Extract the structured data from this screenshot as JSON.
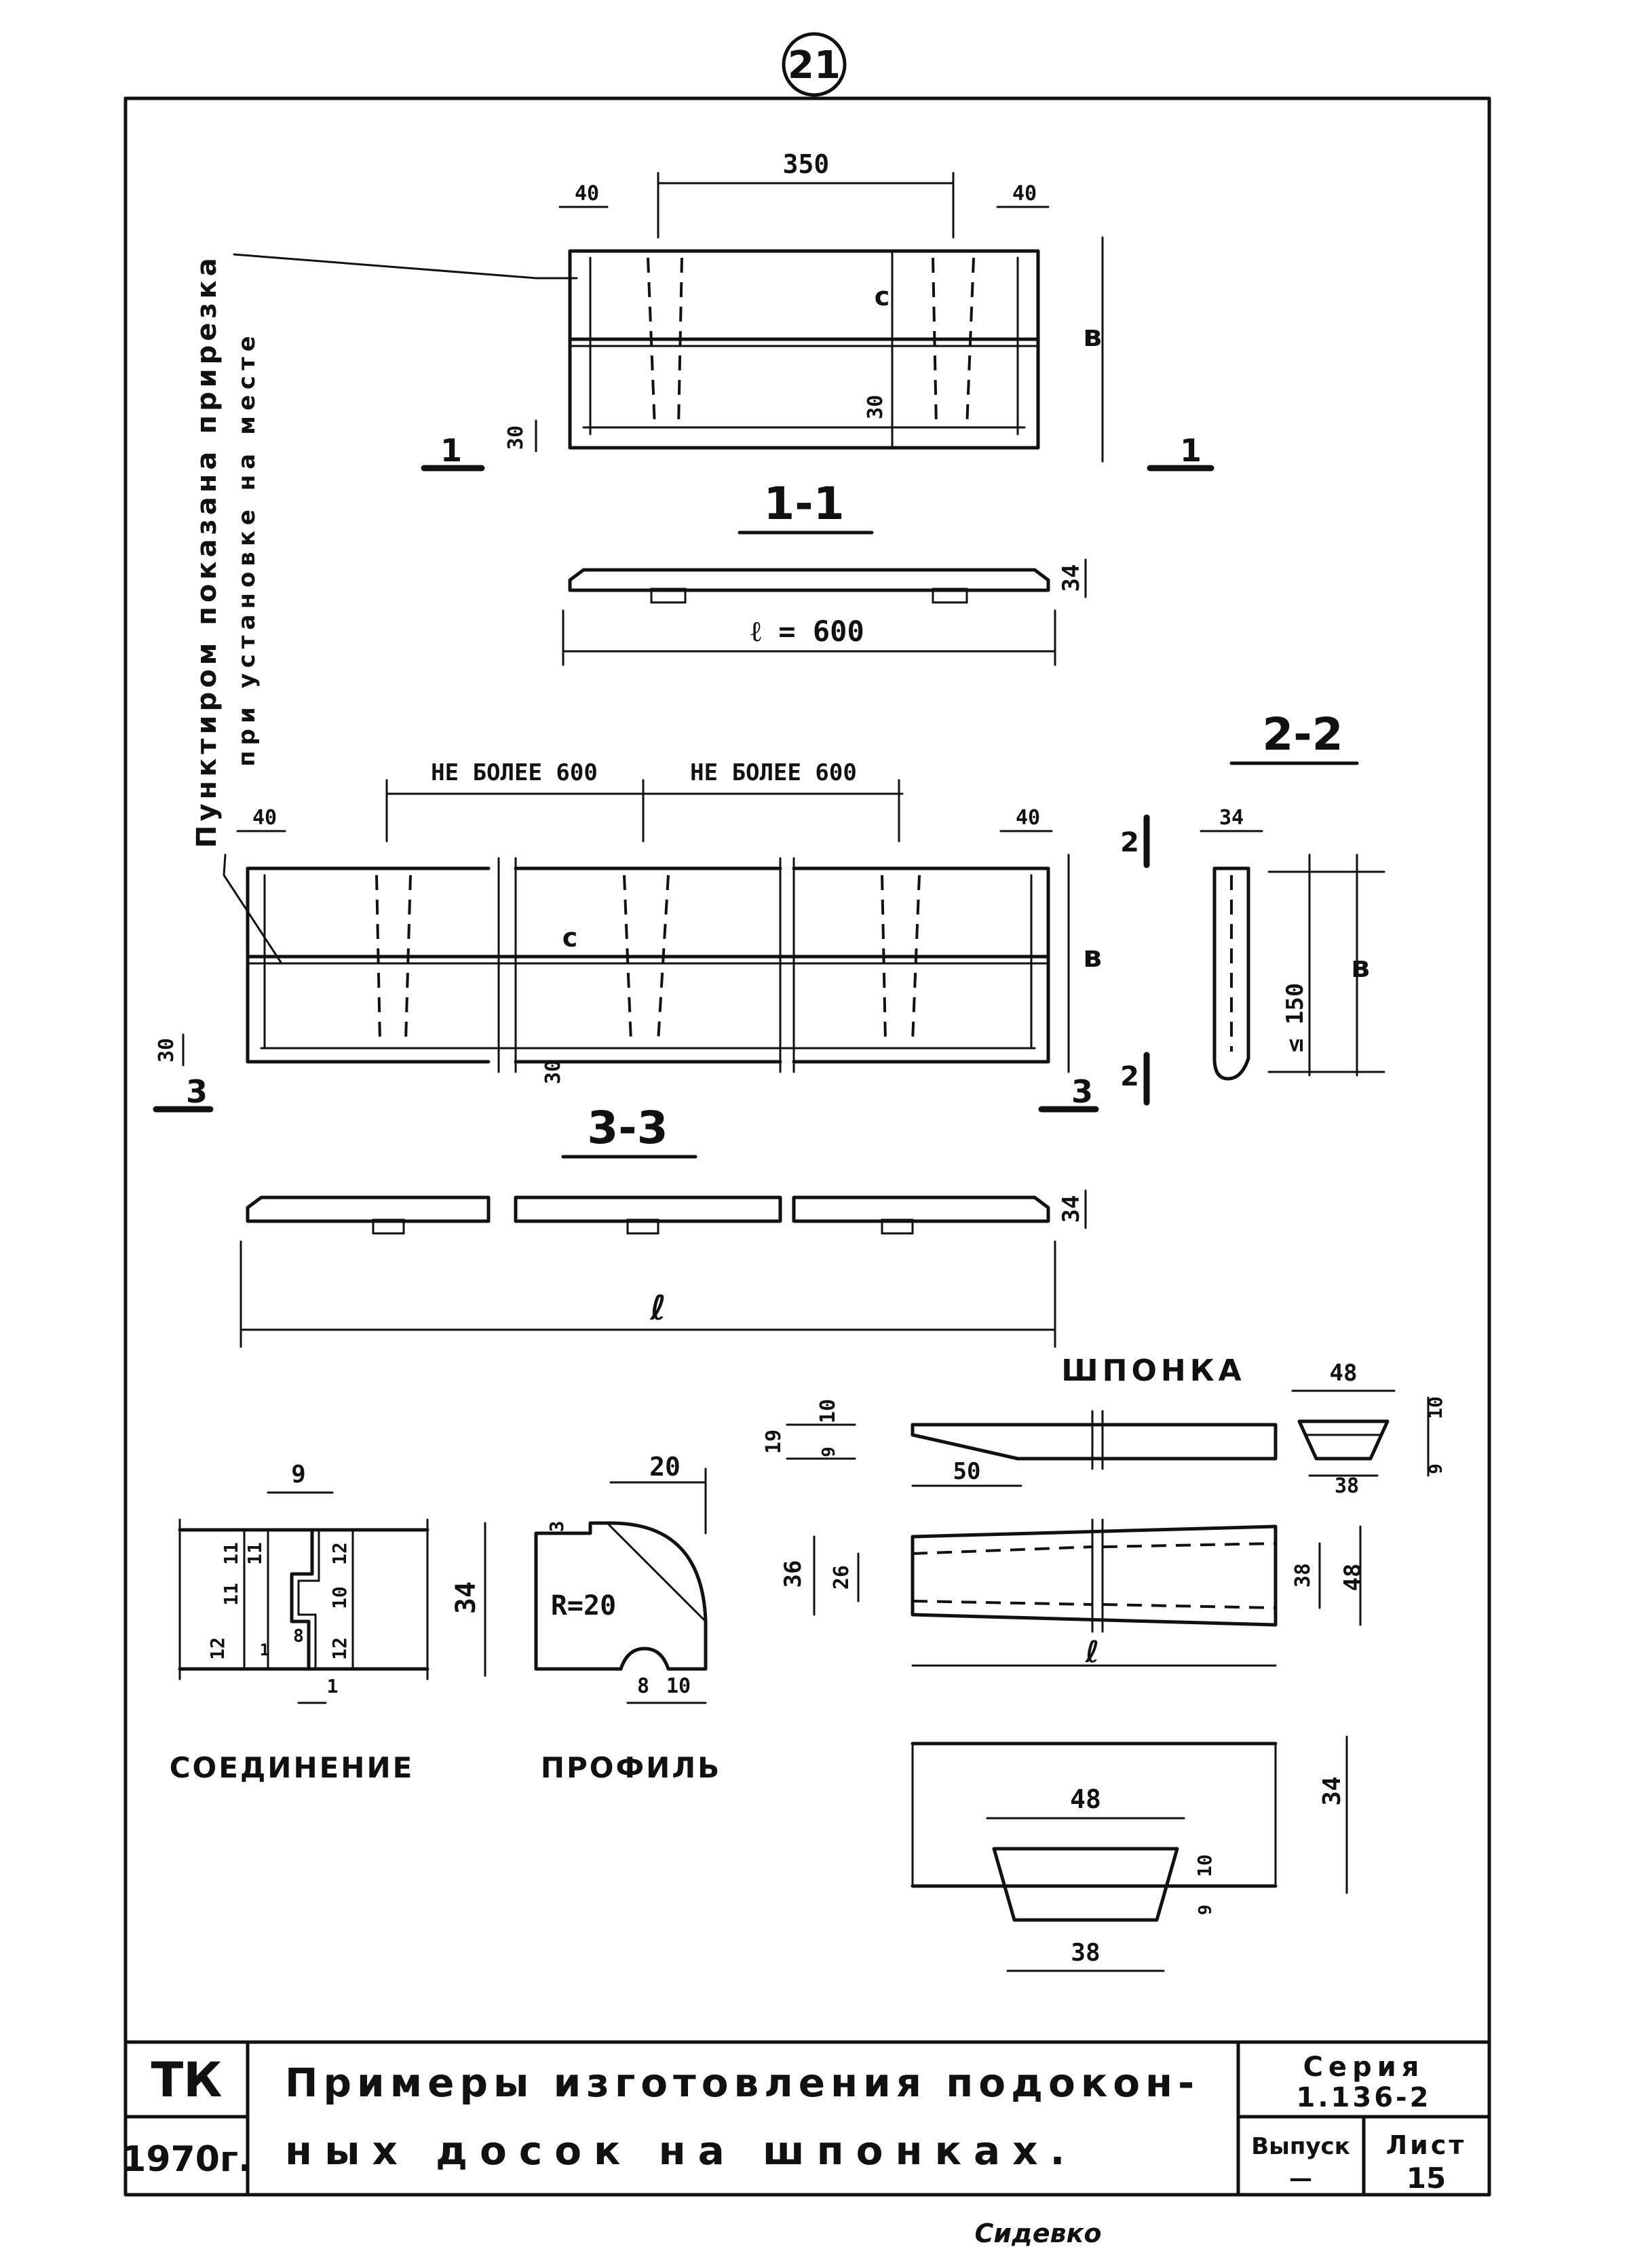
{
  "sheet_circle_number": "21",
  "vertical_note": {
    "line1": "Пунктиром показана прирезка",
    "line2": "при установке на месте"
  },
  "view_top": {
    "dim_top": "350",
    "dim_left": "40",
    "dim_right": "40",
    "dim_height": "в",
    "dim_c": "с",
    "dim_30_left": "30",
    "dim_30_mid": "30",
    "section_marker_left": "1",
    "section_marker_right": "1"
  },
  "section_1_1": {
    "title": "1-1",
    "dim_thickness": "34",
    "dim_length": "ℓ = 600"
  },
  "view_bottom": {
    "dim_span_1": "НЕ БОЛЕЕ 600",
    "dim_span_2": "НЕ БОЛЕЕ 600",
    "dim_left": "40",
    "dim_right": "40",
    "dim_height": "в",
    "dim_c": "с",
    "dim_30_left": "30",
    "dim_30_mid": "30",
    "marker_left": "3",
    "marker_right": "3",
    "marker_top_right": "2",
    "marker_bottom_right": "2"
  },
  "section_2_2": {
    "title": "2-2",
    "dim_thickness": "34",
    "dim_height": "в",
    "dim_150": "≤ 150"
  },
  "section_3_3": {
    "title": "3-3",
    "dim_thickness": "34",
    "dim_length": "ℓ"
  },
  "shponka": {
    "title": "ШПОНКА",
    "side_19": "19",
    "side_10": "10",
    "side_9": "9",
    "dim_50": "50",
    "end_48": "48",
    "end_38": "38",
    "end_10": "10",
    "end_9": "9",
    "plan_36": "36",
    "plan_26": "26",
    "plan_38": "38",
    "plan_48": "48",
    "plan_l": "ℓ",
    "detail_48": "48",
    "detail_38": "38",
    "detail_34": "34",
    "detail_10": "10",
    "detail_9": "9"
  },
  "joint": {
    "title": "СОЕДИНЕНИЕ",
    "dim_9": "9",
    "d_11a": "11",
    "d_11b": "11",
    "d_12a": "12",
    "d_1a": "1",
    "d_11c": "11",
    "d_12r": "12",
    "d_10r": "10",
    "d_8": "8",
    "d_12r2": "12",
    "d_34": "34",
    "d_1b": "1"
  },
  "profile": {
    "title": "ПРОФИЛЬ",
    "dim_20": "20",
    "dim_3": "3",
    "radius": "R=20",
    "dim_8": "8",
    "dim_10": "10"
  },
  "title_block": {
    "org": "ТК",
    "year": "1970г.",
    "title_line1": "Примеры изготовления подокон-",
    "title_line2": "ных досок на шпонках.",
    "series_label": "Серия",
    "series_value": "1.136-2",
    "issue_label": "Выпуск",
    "issue_value": "—",
    "sheet_label": "Лист",
    "sheet_value": "15",
    "bottom_note": "Сидевко"
  }
}
